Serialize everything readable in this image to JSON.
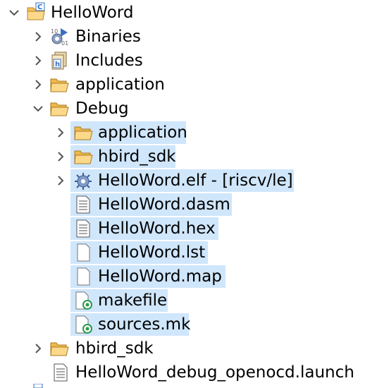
{
  "tree": {
    "project": {
      "label": "HelloWord",
      "expanded": true
    },
    "items": [
      {
        "label": "Binaries",
        "icon": "binaries-icon",
        "expanded": false
      },
      {
        "label": "Includes",
        "icon": "includes-icon",
        "expanded": false
      },
      {
        "label": "application",
        "icon": "folder-icon",
        "expanded": false
      },
      {
        "label": "Debug",
        "icon": "folder-open-icon",
        "expanded": true
      },
      {
        "label": "application",
        "icon": "folder-icon",
        "expanded": false,
        "selected": true
      },
      {
        "label": "hbird_sdk",
        "icon": "folder-icon",
        "expanded": false,
        "selected": true
      },
      {
        "label": "HelloWord.elf - [riscv/le]",
        "icon": "elf-binary-icon",
        "expanded": false,
        "selected": true
      },
      {
        "label": "HelloWord.dasm",
        "icon": "text-file-icon",
        "selected": true
      },
      {
        "label": "HelloWord.hex",
        "icon": "text-file-icon",
        "selected": true
      },
      {
        "label": "HelloWord.lst",
        "icon": "file-icon",
        "selected": true
      },
      {
        "label": "HelloWord.map",
        "icon": "file-icon",
        "selected": true
      },
      {
        "label": "makefile",
        "icon": "makefile-icon",
        "selected": true
      },
      {
        "label": "sources.mk",
        "icon": "makefile-icon",
        "selected": true
      },
      {
        "label": "hbird_sdk",
        "icon": "folder-icon",
        "expanded": false
      },
      {
        "label": "HelloWord_debug_openocd.launch",
        "icon": "launch-file-icon"
      }
    ]
  },
  "colors": {
    "selection": "#cfe6fb",
    "folder": "#f5c25a",
    "chevron": "#555555"
  }
}
